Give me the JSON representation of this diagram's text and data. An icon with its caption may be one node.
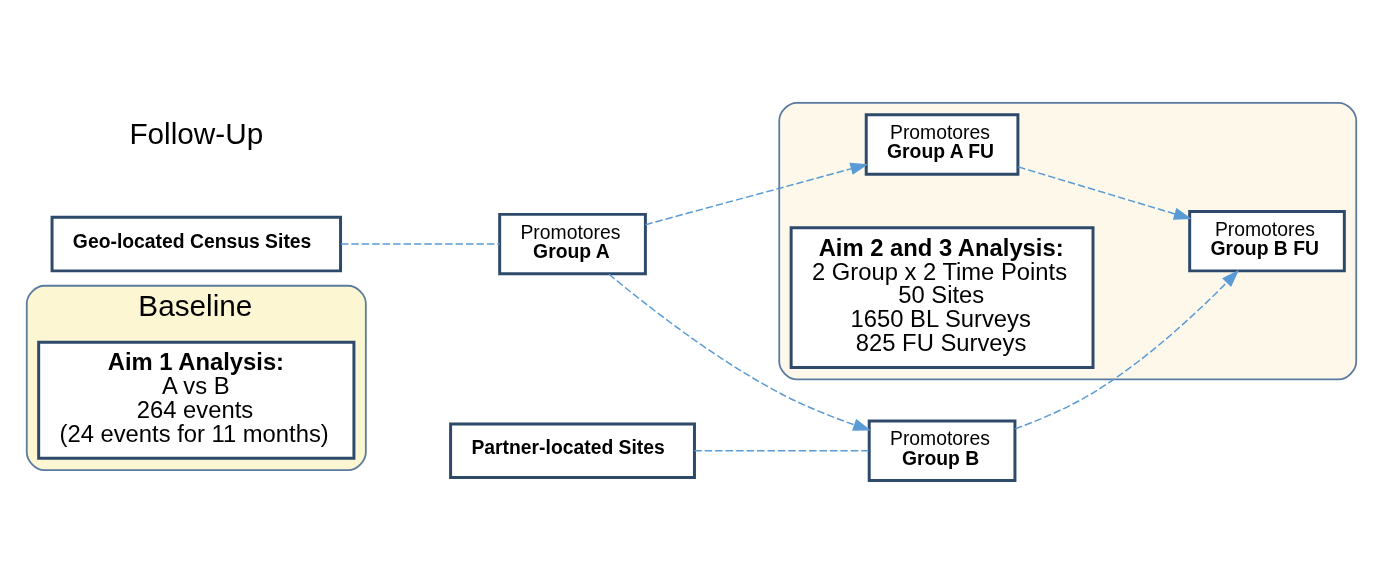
{
  "diagram": {
    "nodes": [
      {
        "text": [
          "Baseline"
        ]
      },
      {
        "text": [
          "Aim 1 Analysis:",
          "A vs B",
          "264 events",
          "(24 events for 11 months)"
        ],
        "in": 0
      },
      {
        "text": [],
        "shape": "box"
      },
      {
        "text": [
          "Geo-located Census Sites"
        ]
      },
      {
        "text": [
          "Promotores",
          "Group A"
        ]
      },
      {
        "text": [
          "Promotores",
          "Group A FU"
        ],
        "in": 2
      },
      {
        "text": [
          "Aim 2 and 3 Analysis:",
          "2 Group x 2 Time Points",
          "50 Sites",
          "1650 BL Surveys",
          "825 FU Surveys"
        ],
        "in": 2
      },
      {
        "text": [
          "Partner-located Sites"
        ]
      },
      {
        "text": [
          "Promotores",
          "Group B"
        ]
      },
      {
        "text": [
          "Promotores",
          "Group B FU"
        ],
        "in": 2
      }
    ],
    "edges": [
      {
        "from": 3,
        "to": 4,
        "arrow": "none",
        "style": "dashed"
      },
      {
        "from": 4,
        "to": 5,
        "arrow": "to",
        "style": "dashed"
      },
      {
        "from": 4,
        "to": 8,
        "arrow": "to",
        "style": "dashed"
      },
      {
        "from": 5,
        "to": 9,
        "arrow": "to",
        "style": "dashed"
      },
      {
        "from": 7,
        "to": 8,
        "arrow": "none",
        "style": "dashed"
      },
      {
        "from": 8,
        "to": 9,
        "arrow": "to",
        "style": "dashed"
      }
    ],
    "labels": [
      "Follow-Up"
    ]
  }
}
